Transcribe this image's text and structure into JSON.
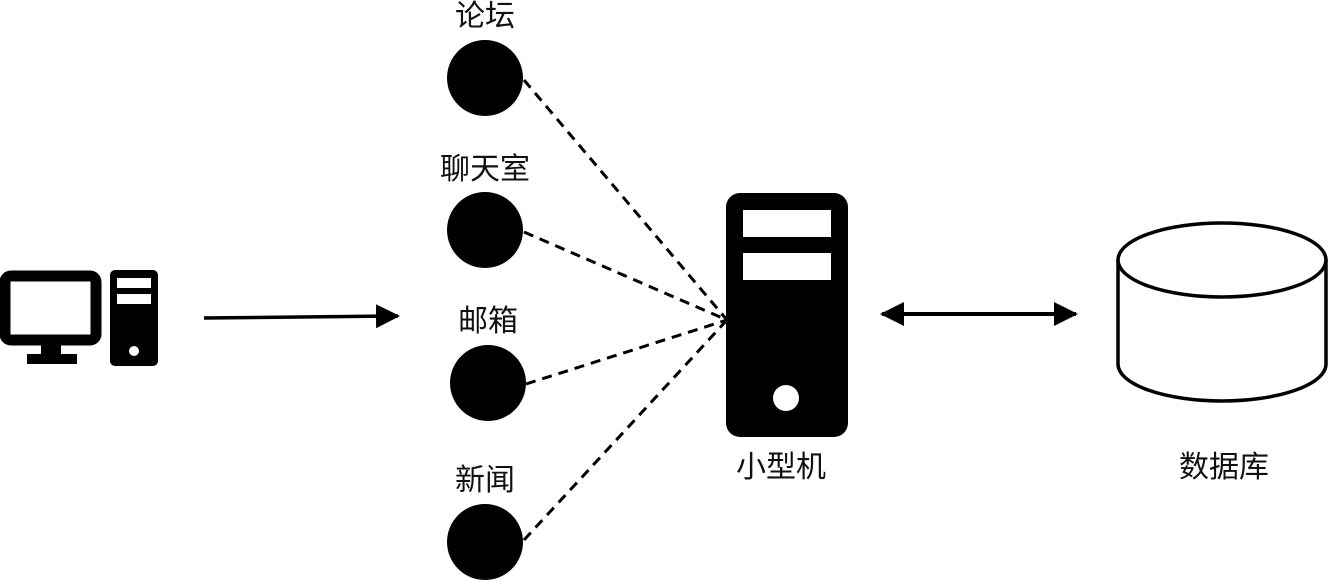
{
  "diagram": {
    "client": {
      "icon": "desktop-computer-icon"
    },
    "services": [
      {
        "label": "论坛",
        "icon": "node-circle-icon"
      },
      {
        "label": "聊天室",
        "icon": "node-circle-icon"
      },
      {
        "label": "邮箱",
        "icon": "node-circle-icon"
      },
      {
        "label": "新闻",
        "icon": "node-circle-icon"
      }
    ],
    "server": {
      "label": "小型机",
      "icon": "server-tower-icon"
    },
    "database": {
      "label": "数据库",
      "icon": "database-cylinder-icon"
    },
    "connections": [
      {
        "from": "client",
        "to": "services",
        "style": "solid",
        "direction": "one-way"
      },
      {
        "from": "services",
        "to": "server",
        "style": "dashed",
        "direction": "none"
      },
      {
        "from": "server",
        "to": "database",
        "style": "solid",
        "direction": "two-way"
      }
    ],
    "colors": {
      "stroke": "#000000",
      "fill": "#000000",
      "background": "#ffffff"
    }
  }
}
